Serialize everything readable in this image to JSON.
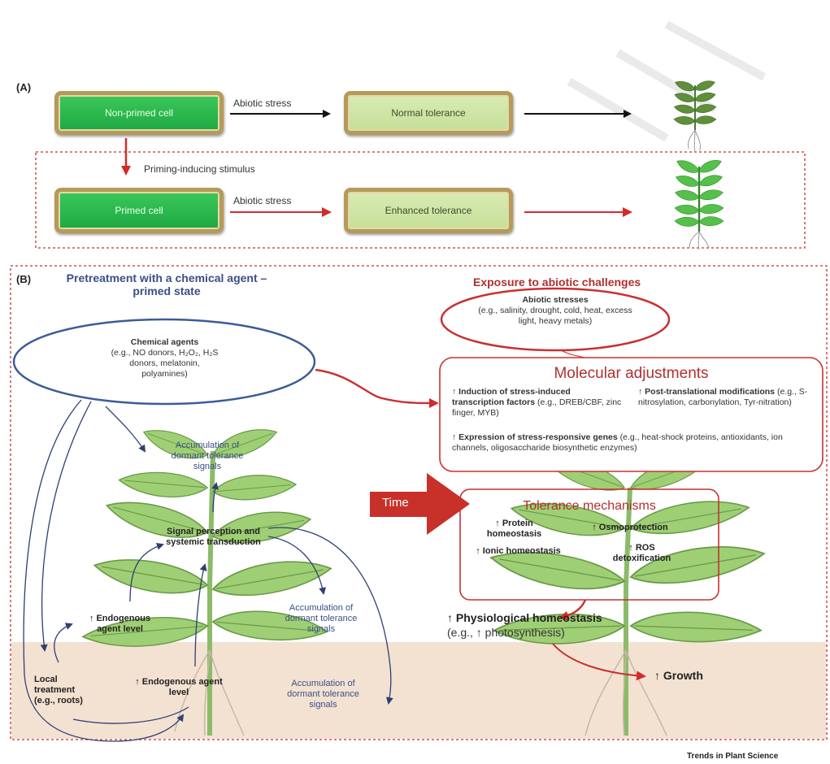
{
  "panel_a": {
    "label": "(A)",
    "non_primed_cell": "Non-primed cell",
    "abiotic_stress_1": "Abiotic stress",
    "normal_tolerance": "Normal tolerance",
    "priming_stimulus": "Priming-inducing stimulus",
    "primed_cell": "Primed cell",
    "abiotic_stress_2": "Abiotic stress",
    "enhanced_tolerance": "Enhanced tolerance"
  },
  "panel_b": {
    "label": "(B)",
    "pretreatment_header_1": "Pretreatment with a chemical agent –",
    "pretreatment_header_2": "primed state",
    "exposure_header": "Exposure to abiotic challenges",
    "abiotic_title": "Abiotic stresses",
    "abiotic_body": "(e.g., salinity, drought, cold, heat, excess light, heavy metals)",
    "chemical_title": "Chemical agents",
    "chemical_body_1": "(e.g., NO donors, H₂O₂, H₂S",
    "chemical_body_2": "donors, melatonin,",
    "chemical_body_3": "polyamines)",
    "molecular_title": "Molecular adjustments",
    "mol_induction_bold": "↑ Induction of stress-induced transcription factors",
    "mol_induction_rest": " (e.g., DREB/CBF, zinc finger, MYB)",
    "mol_ptm_bold": "↑ Post-translational modifications",
    "mol_ptm_rest": " (e.g., S-nitrosylation, carbonylation, Tyr-nitration)",
    "mol_expr_bold": "↑ Expression of stress-responsive genes",
    "mol_expr_rest": " (e.g., heat-shock proteins, antioxidants, ion channels, oligosaccharide biosynthetic enzymes)",
    "time_label": "Time",
    "tolerance_title": "Tolerance mechanisms",
    "tol_protein": "↑ Protein homeostasis",
    "tol_osmo": "↑ Osmoprotection",
    "tol_ionic": "↑ Ionic homeostasis",
    "tol_ros": "↑ ROS detoxification",
    "physio_title": "↑ Physiological homeostasis",
    "physio_body": "(e.g., ↑ photosynthesis)",
    "growth": "↑ Growth",
    "accum_top": "Accumulation of dormant tolerance signals",
    "signal_perception": "Signal perception and systemic transduction",
    "endogenous_left": "↑ Endogenous agent level",
    "accum_mid": "Accumulation of dormant tolerance signals",
    "local_treatment": "Local treatment (e.g., roots)",
    "endogenous_bottom": "↑ Endogenous agent level",
    "accum_bottom": "Accumulation of dormant tolerance signals"
  },
  "footer": {
    "journal": "Trends in Plant Science"
  },
  "colors": {
    "red_arrow": "#d42a2a",
    "navy_arrow": "#2e3f73",
    "leaf": "#9fcf74",
    "soil": "#f3e2d2"
  }
}
